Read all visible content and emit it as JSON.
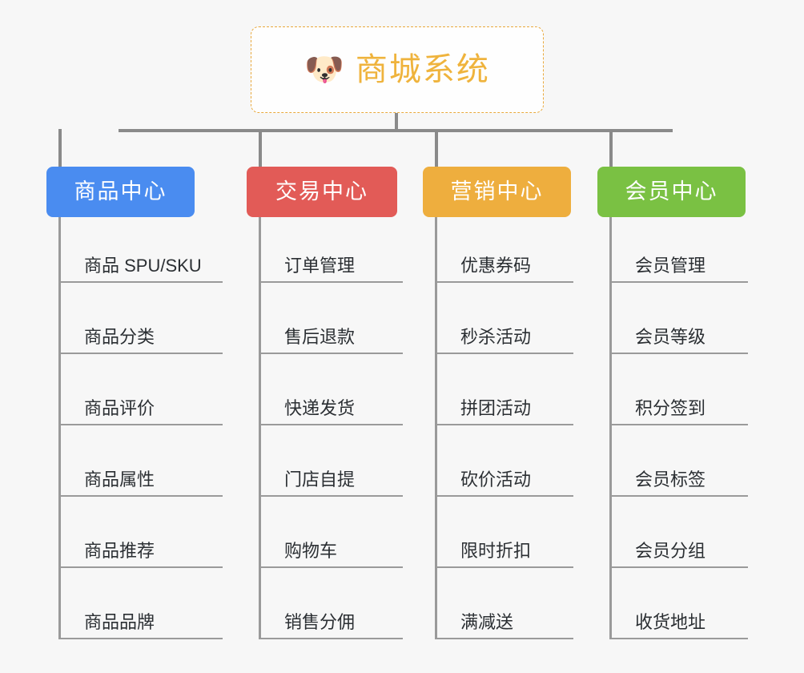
{
  "page": {
    "background_color": "#f7f7f7",
    "line_color": "#8a8a8a",
    "item_text_color": "#2b2f33"
  },
  "root": {
    "icon": "dog-face-emoji",
    "icon_glyph": "🐶",
    "title": "商城系统",
    "text_color": "#efb33c",
    "border_color": "#e9a93d",
    "background_color": "#fefefe"
  },
  "columns": [
    {
      "id": "product-center",
      "label": "商品中心",
      "color": "#4a8cf0",
      "items": [
        {
          "label": "商品 SPU/SKU"
        },
        {
          "label": "商品分类"
        },
        {
          "label": "商品评价"
        },
        {
          "label": "商品属性"
        },
        {
          "label": "商品推荐"
        },
        {
          "label": "商品品牌"
        }
      ]
    },
    {
      "id": "trade-center",
      "label": "交易中心",
      "color": "#e25b57",
      "items": [
        {
          "label": "订单管理"
        },
        {
          "label": "售后退款"
        },
        {
          "label": "快递发货"
        },
        {
          "label": "门店自提"
        },
        {
          "label": "购物车"
        },
        {
          "label": "销售分佣"
        }
      ]
    },
    {
      "id": "marketing-center",
      "label": "营销中心",
      "color": "#eeae3e",
      "items": [
        {
          "label": "优惠券码"
        },
        {
          "label": "秒杀活动"
        },
        {
          "label": "拼团活动"
        },
        {
          "label": "砍价活动"
        },
        {
          "label": "限时折扣"
        },
        {
          "label": "满减送"
        }
      ]
    },
    {
      "id": "member-center",
      "label": "会员中心",
      "color": "#7ac143",
      "items": [
        {
          "label": "会员管理"
        },
        {
          "label": "会员等级"
        },
        {
          "label": "积分签到"
        },
        {
          "label": "会员标签"
        },
        {
          "label": "会员分组"
        },
        {
          "label": "收货地址"
        }
      ]
    }
  ]
}
